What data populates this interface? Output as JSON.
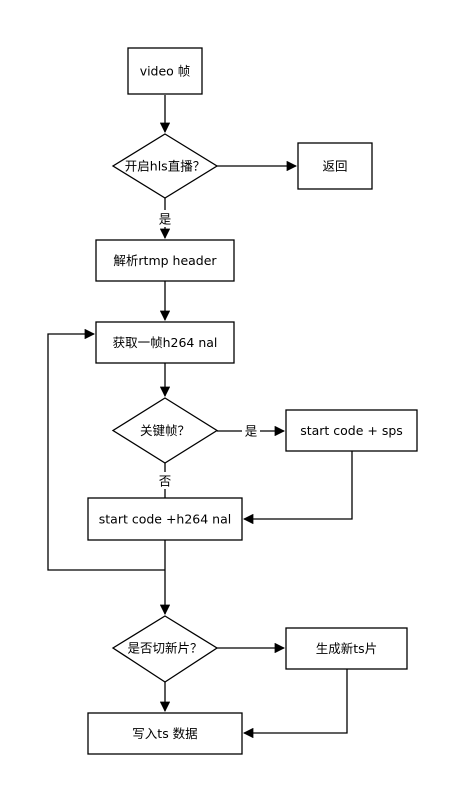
{
  "diagram": {
    "nodes": [
      {
        "id": "video_frame",
        "label": "video 帧",
        "shape": "rect"
      },
      {
        "id": "hls_enabled",
        "label": "开启hls直播？",
        "shape": "diamond"
      },
      {
        "id": "return",
        "label": "返回",
        "shape": "rect"
      },
      {
        "id": "parse_header",
        "label": "解析rtmp header",
        "shape": "rect"
      },
      {
        "id": "get_nal",
        "label": "获取一帧h264 nal",
        "shape": "rect"
      },
      {
        "id": "keyframe",
        "label": "关键帧？",
        "shape": "diamond"
      },
      {
        "id": "start_sps",
        "label": "start code + sps",
        "shape": "rect"
      },
      {
        "id": "start_nal",
        "label": "start code +h264 nal",
        "shape": "rect"
      },
      {
        "id": "cut_new",
        "label": "是否切新片？",
        "shape": "diamond"
      },
      {
        "id": "gen_ts",
        "label": "生成新ts片",
        "shape": "rect"
      },
      {
        "id": "write_ts",
        "label": "写入ts 数据",
        "shape": "rect"
      }
    ],
    "edges": [
      {
        "from": "video_frame",
        "to": "hls_enabled",
        "label": ""
      },
      {
        "from": "hls_enabled",
        "to": "return",
        "label": ""
      },
      {
        "from": "hls_enabled",
        "to": "parse_header",
        "label": "是"
      },
      {
        "from": "parse_header",
        "to": "get_nal",
        "label": ""
      },
      {
        "from": "get_nal",
        "to": "keyframe",
        "label": ""
      },
      {
        "from": "keyframe",
        "to": "start_sps",
        "label": "是"
      },
      {
        "from": "keyframe",
        "to": "start_nal",
        "label": "否"
      },
      {
        "from": "start_sps",
        "to": "start_nal",
        "label": ""
      },
      {
        "from": "start_nal",
        "to": "cut_new",
        "label": ""
      },
      {
        "from": "start_nal",
        "to": "get_nal",
        "label": ""
      },
      {
        "from": "cut_new",
        "to": "gen_ts",
        "label": ""
      },
      {
        "from": "cut_new",
        "to": "write_ts",
        "label": ""
      },
      {
        "from": "gen_ts",
        "to": "write_ts",
        "label": ""
      }
    ]
  }
}
